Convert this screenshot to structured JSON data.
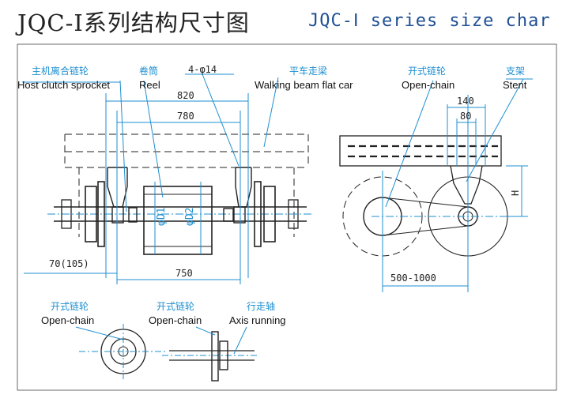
{
  "title": {
    "zh": "JQC-Ⅰ系列结构尺寸图",
    "en": "JQC-Ⅰ series size char"
  },
  "side_view": {
    "host_clutch_sprocket": {
      "zh": "主机离合链轮",
      "en": "Host clutch sprocket"
    },
    "reel": {
      "zh": "卷筒",
      "en": "Reel"
    },
    "holes": "4-φ14",
    "walking_beam": {
      "zh": "平车走梁",
      "en": "Walking beam flat car"
    },
    "dim_820": "820",
    "dim_780": "780",
    "dim_750": "750",
    "dim_70": "70(105)",
    "d1": "φD1",
    "d2": "φD2"
  },
  "end_view": {
    "open_chain": {
      "zh": "开式链轮",
      "en": "Open-chain"
    },
    "stent": {
      "zh": "支架",
      "en": "Stent"
    },
    "dim_140": "140",
    "dim_80": "80",
    "dim_h": "H",
    "dim_range": "500-1000"
  },
  "details": {
    "open_chain_1": {
      "zh": "开式链轮",
      "en": "Open-chain"
    },
    "open_chain_2": {
      "zh": "开式链轮",
      "en": "Open-chain"
    },
    "axis_running": {
      "zh": "行走轴",
      "en": "Axis running"
    }
  }
}
